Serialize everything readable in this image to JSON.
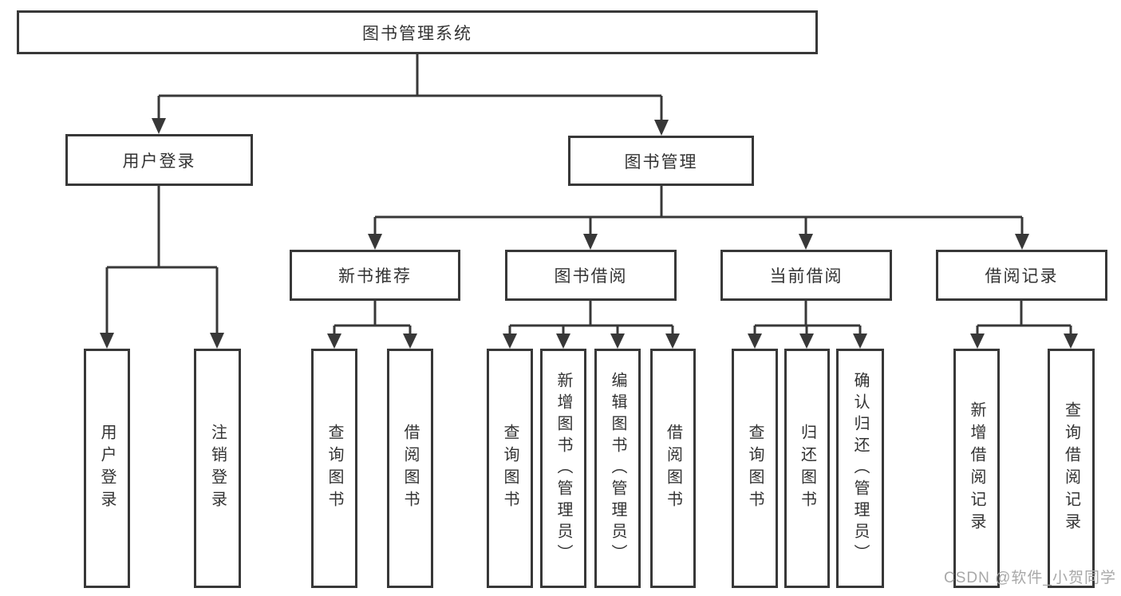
{
  "diagram": {
    "type": "hierarchy-tree",
    "orientation": "top-down",
    "colors": {
      "line": "#383838",
      "box_border": "#383838",
      "box_fill": "#ffffff",
      "text": "#333333",
      "watermark_text": "#a8a8a8",
      "background": "#ffffff"
    }
  },
  "tree": {
    "label": "图书管理系统",
    "children": [
      {
        "label": "用户登录",
        "children": [
          {
            "label": "用户登录"
          },
          {
            "label": "注销登录"
          }
        ]
      },
      {
        "label": "图书管理",
        "children": [
          {
            "label": "新书推荐",
            "children": [
              {
                "label": "查询图书"
              },
              {
                "label": "借阅图书"
              }
            ]
          },
          {
            "label": "图书借阅",
            "children": [
              {
                "label": "查询图书"
              },
              {
                "label": "新增图书（管理员）"
              },
              {
                "label": "编辑图书（管理员）"
              },
              {
                "label": "借阅图书"
              }
            ]
          },
          {
            "label": "当前借阅",
            "children": [
              {
                "label": "查询图书"
              },
              {
                "label": "归还图书"
              },
              {
                "label": "确认归还（管理员）"
              }
            ]
          },
          {
            "label": "借阅记录",
            "children": [
              {
                "label": "新增借阅记录"
              },
              {
                "label": "查询借阅记录"
              }
            ]
          }
        ]
      }
    ]
  },
  "watermark": "CSDN @软件_小贺同学"
}
